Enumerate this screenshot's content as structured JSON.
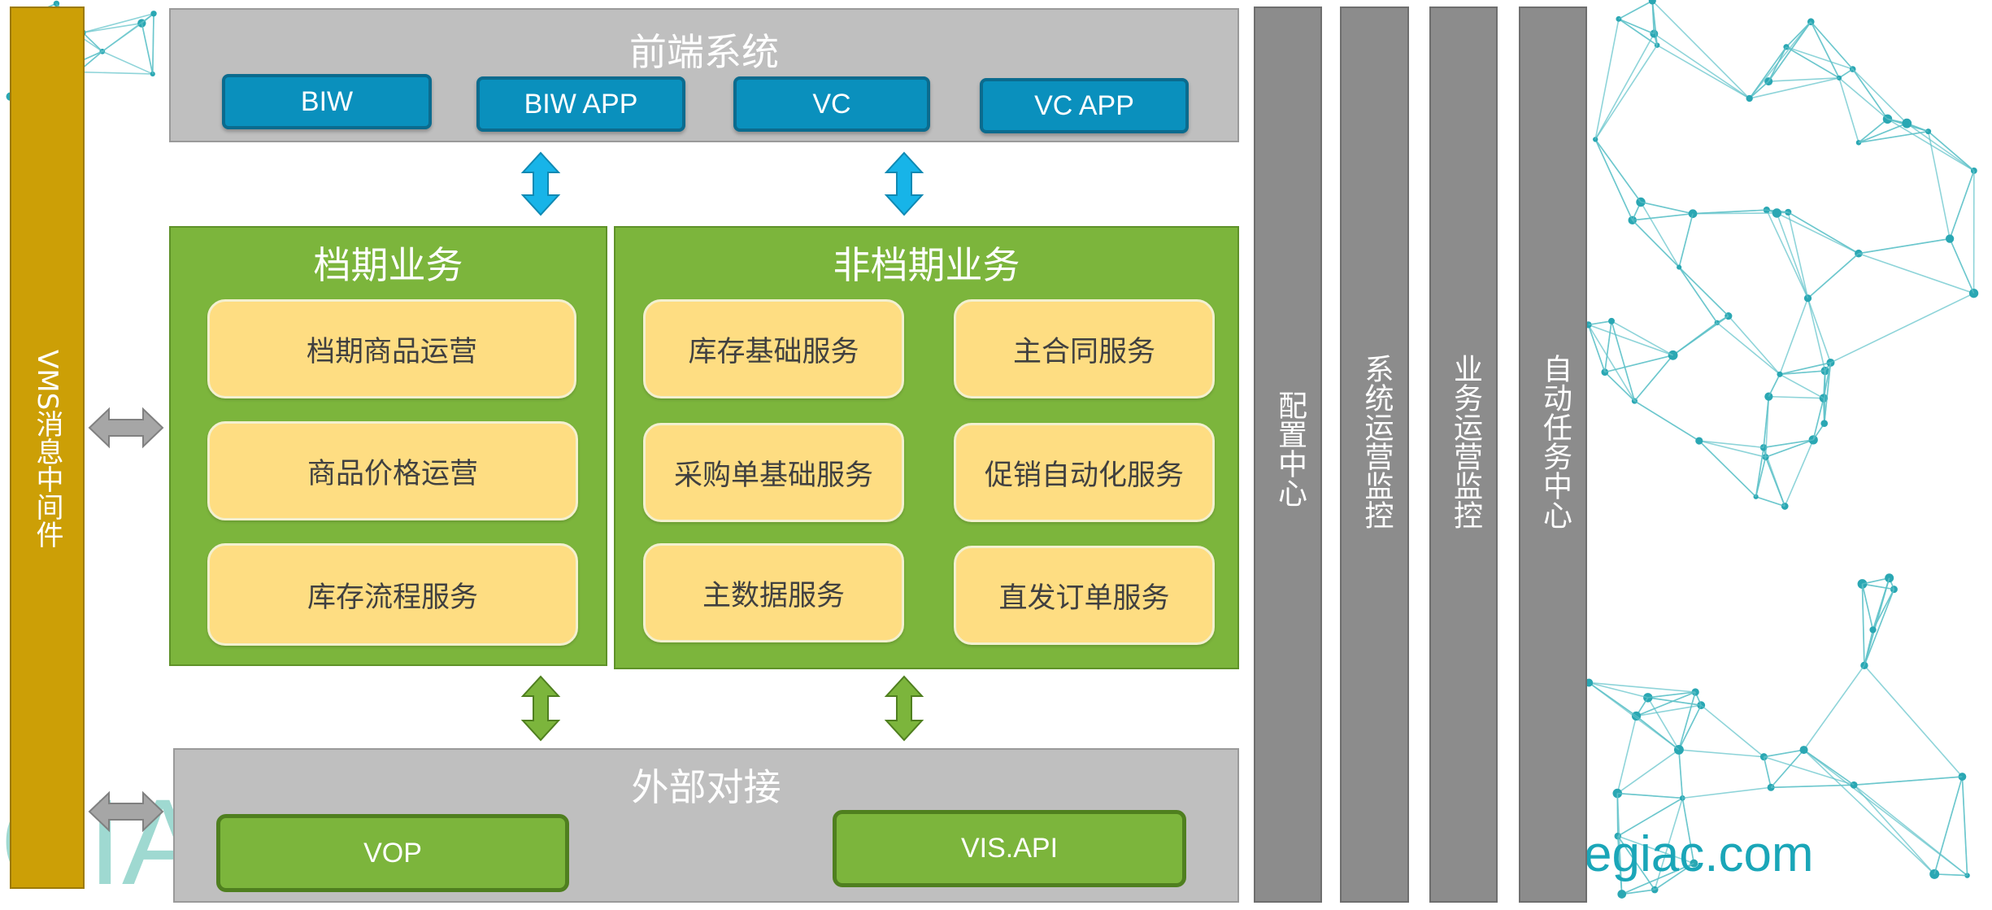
{
  "background": {
    "network_icon": "network-mesh-icon",
    "watermark_left": "CIA",
    "watermark_right": "egiac.com"
  },
  "vms_middleware": {
    "label": "VMS消息中间件"
  },
  "frontend": {
    "title": "前端系统",
    "buttons": [
      "BIW",
      "BIW APP",
      "VC",
      "VC APP"
    ]
  },
  "scheduled_business": {
    "title": "档期业务",
    "items": [
      "档期商品运营",
      "商品价格运营",
      "库存流程服务"
    ]
  },
  "non_scheduled_business": {
    "title": "非档期业务",
    "items": [
      "库存基础服务",
      "主合同服务",
      "采购单基础服务",
      "促销自动化服务",
      "主数据服务",
      "直发订单服务"
    ]
  },
  "external": {
    "title": "外部对接",
    "buttons": [
      "VOP",
      "VIS.API"
    ]
  },
  "side_columns": [
    {
      "label": "配置中心"
    },
    {
      "label": "系统运营监控"
    },
    {
      "label": "业务运营监控"
    },
    {
      "label": "自动任务中心"
    }
  ],
  "colors": {
    "frontend_button": "#0a90bd",
    "business_panel": "#7cb53c",
    "service_box": "#fedd82",
    "middleware_bar": "#cc9f06",
    "side_column": "#8c8c8c",
    "arrow_blue": "#17b4e8",
    "arrow_green": "#7cb53c",
    "arrow_gray": "#a6a6a6"
  }
}
